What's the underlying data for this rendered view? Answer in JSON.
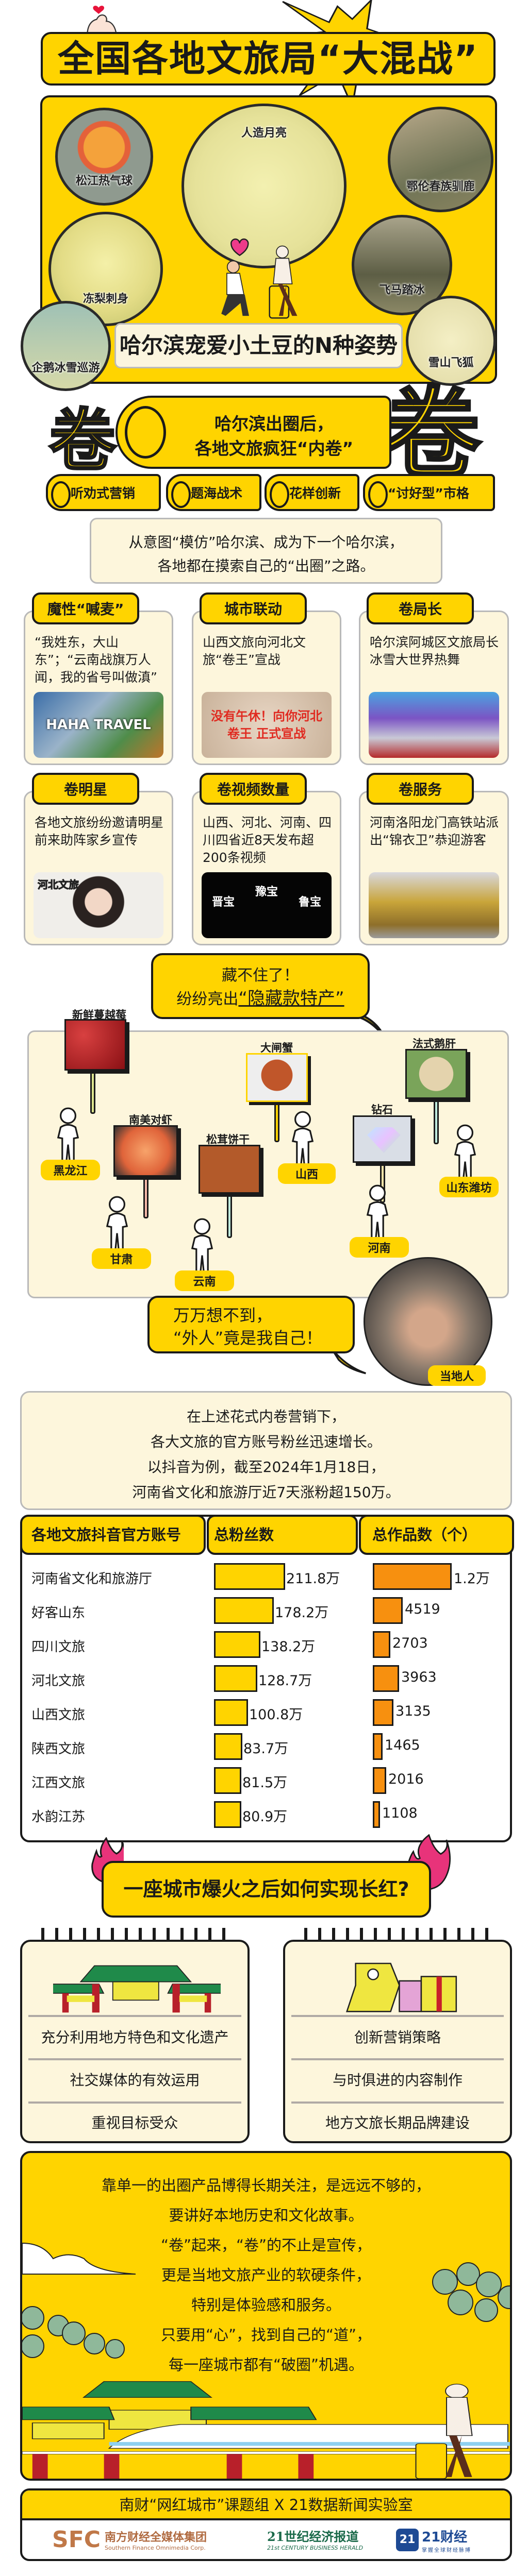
{
  "title": "全国各地文旅局“大混战”",
  "harbin": {
    "caption": "哈尔滨宠爱小土豆的N种姿势",
    "items": [
      "松江热气球",
      "人造月亮",
      "鄂伦春族驯鹿",
      "冻梨刺身",
      "飞马踏冰",
      "企鹅冰雪巡游",
      "雪山飞狐"
    ]
  },
  "juan": {
    "char": "卷",
    "banner_line1": "哈尔滨出圈后，",
    "banner_line2": "各地文旅疯狂“内卷”",
    "tags": [
      "听劝式营销",
      "题海战术",
      "花样创新",
      "“讨好型”市格"
    ],
    "intro_line1": "从意图“模仿”哈尔滨、成为下一个哈尔滨，",
    "intro_line2": "各地都在摸索自己的“出圈”之路。"
  },
  "cards": [
    {
      "title": "魔性“喊麦”",
      "text": "“我姓东，大山东”；“云南战旗万人闻，我的省号叫做滇”",
      "photo_text": "HAHA TRAVEL"
    },
    {
      "title": "城市联动",
      "text": "山西文旅向河北文旅“卷王”宣战",
      "photo_text": "没有午休！向你河北卷王 正式宣战"
    },
    {
      "title": "卷局长",
      "text": "哈尔滨阿城区文旅局长冰雪大世界热舞"
    },
    {
      "title": "卷明星",
      "text": "各地文旅纷纷邀请明星前来助阵家乡宣传",
      "photo_text": "河北文旅"
    },
    {
      "title": "卷视频数量",
      "text": "山西、河北、河南、四川四省近8天发布超200条视频",
      "photo_text": [
        "晋宝",
        "豫宝",
        "鲁宝"
      ]
    },
    {
      "title": "卷服务",
      "text": "河南洛阳龙门高铁站派出“锦衣卫”恭迎游客"
    }
  ],
  "specialty": {
    "bubble_line1": "藏不住了！",
    "bubble_prefix": "纷纷亮出",
    "bubble_highlight": "“隐藏款特产”",
    "signs": [
      {
        "product": "新鲜蔓越莓",
        "region": "黑龙江",
        "stick": "#DDE58E",
        "photo": "#A4161A"
      },
      {
        "product": "大闸蟹",
        "region": "山西",
        "stick": "#FFD400",
        "photo": "#C0562A"
      },
      {
        "product": "法式鹅肝",
        "region": "山东潍坊",
        "stick": "#BFEBDD",
        "photo": "#D9C49A"
      },
      {
        "product": "南美对虾",
        "region": "甘肃",
        "stick": "#F6B9A9",
        "photo": "#F08B4E"
      },
      {
        "product": "松茸饼干",
        "region": "云南",
        "stick": "#BFEBDD",
        "photo": "#B35A2A"
      },
      {
        "product": "钻石",
        "region": "河南",
        "stick": "#F5E3A8",
        "photo": "#D9DEE6"
      }
    ],
    "cat_line1": "万万想不到，",
    "cat_line2": "“外人”竟是我自己！",
    "cat_label": "当地人"
  },
  "growth": {
    "lines": [
      "在上述花式内卷营销下，",
      "各大文旅的官方账号粉丝迅速增长。",
      "以抖音为例，截至2024年1月18日，",
      "河南省文化和旅游厅近7天涨粉超150万。"
    ]
  },
  "fans_table": {
    "headers": [
      "各地文旅抖音官方账号",
      "总粉丝数",
      "总作品数（个）"
    ],
    "rows": [
      {
        "name": "河南省文化和旅游厅",
        "fans": 211.8,
        "fans_text": "211.8万",
        "works": 12000,
        "works_text": "1.2万"
      },
      {
        "name": "好客山东",
        "fans": 178.2,
        "fans_text": "178.2万",
        "works": 4519,
        "works_text": "4519"
      },
      {
        "name": "四川文旅",
        "fans": 138.2,
        "fans_text": "138.2万",
        "works": 2703,
        "works_text": "2703"
      },
      {
        "name": "河北文旅",
        "fans": 128.7,
        "fans_text": "128.7万",
        "works": 3963,
        "works_text": "3963"
      },
      {
        "name": "山西文旅",
        "fans": 100.8,
        "fans_text": "100.8万",
        "works": 3135,
        "works_text": "3135"
      },
      {
        "name": "陕西文旅",
        "fans": 83.7,
        "fans_text": "83.7万",
        "works": 1465,
        "works_text": "1465"
      },
      {
        "name": "江西文旅",
        "fans": 81.5,
        "fans_text": "81.5万",
        "works": 2016,
        "works_text": "2016"
      },
      {
        "name": "水韵江苏",
        "fans": 80.9,
        "fans_text": "80.9万",
        "works": 1108,
        "works_text": "1108"
      }
    ],
    "fans_color": "#FFD400",
    "works_color": "#F7900F"
  },
  "longevity": {
    "heading": "一座城市爆火之后如何实现长红?",
    "left": [
      "充分利用地方特色和文化遗产",
      "社交媒体的有效运用",
      "重视目标受众"
    ],
    "right": [
      "创新营销策略",
      "与时俱进的内容制作",
      "地方文旅长期品牌建设"
    ]
  },
  "conclusion": {
    "lines": [
      "靠单一的出圈产品博得长期关注，是远远不够的，",
      "要讲好本地历史和文化故事。",
      "“卷”起来，“卷”的不止是宣传，",
      "更是当地文旅产业的软硬条件，",
      "特别是体验感和服务。",
      "只要用“心”，找到自己的“道”，",
      "每一座城市都有“破圈”机遇。"
    ]
  },
  "credits": {
    "heading": "南财“网红城市”课题组 X 21数据新闻实验室",
    "sfc_mark": "SFC",
    "sfc_cn": "南方财经全媒体集团",
    "sfc_en": "Southern Finance Omnimedia Corp.",
    "herald_cn": "21世纪经济报道",
    "herald_en": "21st CENTURY BUSINESS HERALD",
    "cj_badge": "21",
    "cj_cn": "21财经",
    "cj_sub": "掌握全球财经脉搏"
  },
  "colors": {
    "yellow": "#FFD400",
    "cream": "#FDF6DC",
    "orange": "#F7900F",
    "pink": "#E8337A"
  }
}
